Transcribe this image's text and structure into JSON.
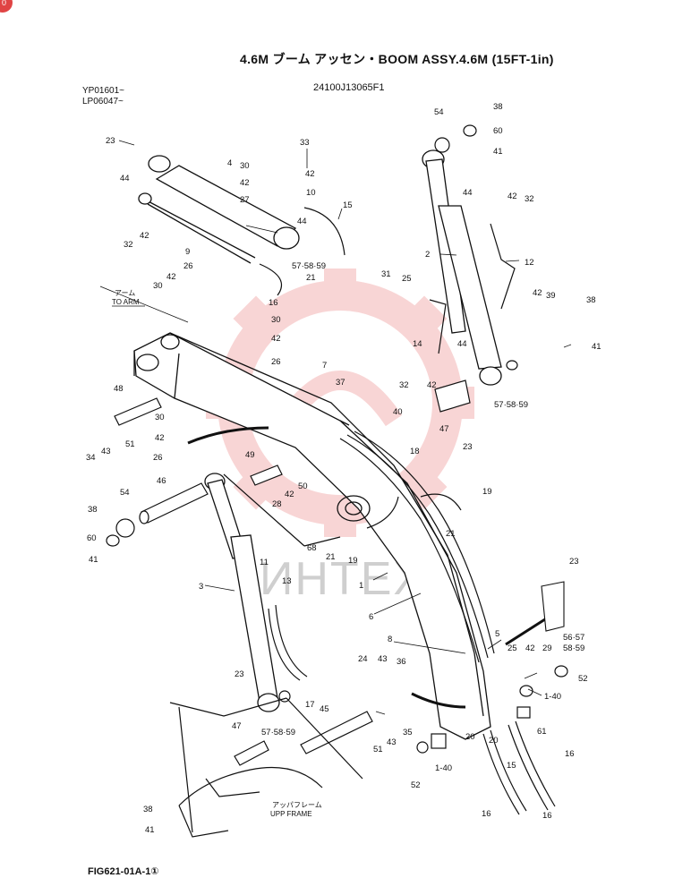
{
  "header": {
    "title": "4.6M ブーム アッセン・BOOM ASSY.4.6M (15FT-1in)",
    "part_number": "24100J13065F1",
    "serial_from_1": "YP01601~",
    "serial_from_2": "LP06047~",
    "figure_id": "FIG621-01A-1①",
    "corner_badge": "0"
  },
  "labels": {
    "to_arm_jp": "アーム",
    "to_arm_en": "TO ARM",
    "upp_frame_jp": "アッパフレーム",
    "upp_frame_en": "UPP FRAME",
    "watermark": "ИНТЕХ"
  },
  "callouts": [
    {
      "id": "c23a",
      "text": "23"
    },
    {
      "id": "c33",
      "text": "33"
    },
    {
      "id": "c4",
      "text": "4"
    },
    {
      "id": "c30a",
      "text": "30"
    },
    {
      "id": "c42a",
      "text": "42"
    },
    {
      "id": "c44a",
      "text": "44"
    },
    {
      "id": "c42b",
      "text": "42"
    },
    {
      "id": "c27",
      "text": "27"
    },
    {
      "id": "c10",
      "text": "10"
    },
    {
      "id": "c44b",
      "text": "44"
    },
    {
      "id": "c15a",
      "text": "15"
    },
    {
      "id": "c32a",
      "text": "32"
    },
    {
      "id": "c42c",
      "text": "42"
    },
    {
      "id": "c9",
      "text": "9"
    },
    {
      "id": "c57a",
      "text": "57·58·59"
    },
    {
      "id": "c21a",
      "text": "21"
    },
    {
      "id": "c16a",
      "text": "16"
    },
    {
      "id": "c42d",
      "text": "42"
    },
    {
      "id": "c26a",
      "text": "26"
    },
    {
      "id": "c30b",
      "text": "30"
    },
    {
      "id": "c30c",
      "text": "30"
    },
    {
      "id": "c42e",
      "text": "42"
    },
    {
      "id": "c26b",
      "text": "26"
    },
    {
      "id": "c7",
      "text": "7"
    },
    {
      "id": "c37",
      "text": "37"
    },
    {
      "id": "c48",
      "text": "48"
    },
    {
      "id": "c34",
      "text": "34"
    },
    {
      "id": "c43a",
      "text": "43"
    },
    {
      "id": "c51a",
      "text": "51"
    },
    {
      "id": "c30d",
      "text": "30"
    },
    {
      "id": "c42f",
      "text": "42"
    },
    {
      "id": "c26c",
      "text": "26"
    },
    {
      "id": "c40",
      "text": "40"
    },
    {
      "id": "c18",
      "text": "18"
    },
    {
      "id": "c49",
      "text": "49"
    },
    {
      "id": "c46",
      "text": "46"
    },
    {
      "id": "c42g",
      "text": "42"
    },
    {
      "id": "c50",
      "text": "50"
    },
    {
      "id": "c28",
      "text": "28"
    },
    {
      "id": "c68",
      "text": "68"
    },
    {
      "id": "c21b",
      "text": "21"
    },
    {
      "id": "c19a",
      "text": "19"
    },
    {
      "id": "c19b",
      "text": "19"
    },
    {
      "id": "c21c",
      "text": "21"
    },
    {
      "id": "c38a",
      "text": "38"
    },
    {
      "id": "c54a",
      "text": "54"
    },
    {
      "id": "c60a",
      "text": "60"
    },
    {
      "id": "c41a",
      "text": "41"
    },
    {
      "id": "c11",
      "text": "11"
    },
    {
      "id": "c3",
      "text": "3"
    },
    {
      "id": "c13",
      "text": "13"
    },
    {
      "id": "c1",
      "text": "1"
    },
    {
      "id": "c6",
      "text": "6"
    },
    {
      "id": "c54b",
      "text": "54"
    },
    {
      "id": "c38b",
      "text": "38"
    },
    {
      "id": "c60b",
      "text": "60"
    },
    {
      "id": "c41b",
      "text": "41"
    },
    {
      "id": "c44c",
      "text": "44"
    },
    {
      "id": "c42h",
      "text": "42"
    },
    {
      "id": "c32b",
      "text": "32"
    },
    {
      "id": "c2",
      "text": "2"
    },
    {
      "id": "c12",
      "text": "12"
    },
    {
      "id": "c31",
      "text": "31"
    },
    {
      "id": "c25a",
      "text": "25"
    },
    {
      "id": "c42i",
      "text": "42"
    },
    {
      "id": "c39",
      "text": "39"
    },
    {
      "id": "c38c",
      "text": "38"
    },
    {
      "id": "c14",
      "text": "14"
    },
    {
      "id": "c44d",
      "text": "44"
    },
    {
      "id": "c41c",
      "text": "41"
    },
    {
      "id": "c32c",
      "text": "32"
    },
    {
      "id": "c42j",
      "text": "42"
    },
    {
      "id": "c57b",
      "text": "57·58·59"
    },
    {
      "id": "c47a",
      "text": "47"
    },
    {
      "id": "c23b",
      "text": "23"
    },
    {
      "id": "c23c",
      "text": "23"
    },
    {
      "id": "c8",
      "text": "8"
    },
    {
      "id": "c5",
      "text": "5"
    },
    {
      "id": "c25b",
      "text": "25"
    },
    {
      "id": "c42k",
      "text": "42"
    },
    {
      "id": "c29",
      "text": "29"
    },
    {
      "id": "c5657",
      "text": "56·57"
    },
    {
      "id": "c5859",
      "text": "58·59"
    },
    {
      "id": "c52a",
      "text": "52"
    },
    {
      "id": "c140a",
      "text": "1-40"
    },
    {
      "id": "c24",
      "text": "24"
    },
    {
      "id": "c43b",
      "text": "43"
    },
    {
      "id": "c36",
      "text": "36"
    },
    {
      "id": "c23d",
      "text": "23"
    },
    {
      "id": "c17",
      "text": "17"
    },
    {
      "id": "c45",
      "text": "45"
    },
    {
      "id": "c57c",
      "text": "57·58·59"
    },
    {
      "id": "c47b",
      "text": "47"
    },
    {
      "id": "c51b",
      "text": "51"
    },
    {
      "id": "c43c",
      "text": "43"
    },
    {
      "id": "c35",
      "text": "35"
    },
    {
      "id": "c20a",
      "text": "20"
    },
    {
      "id": "c20b",
      "text": "20"
    },
    {
      "id": "c61",
      "text": "61"
    },
    {
      "id": "c140b",
      "text": "1-40"
    },
    {
      "id": "c52b",
      "text": "52"
    },
    {
      "id": "c15b",
      "text": "15"
    },
    {
      "id": "c16b",
      "text": "16"
    },
    {
      "id": "c16c",
      "text": "16"
    },
    {
      "id": "c16d",
      "text": "16"
    },
    {
      "id": "c38d",
      "text": "38"
    },
    {
      "id": "c41d",
      "text": "41"
    }
  ]
}
